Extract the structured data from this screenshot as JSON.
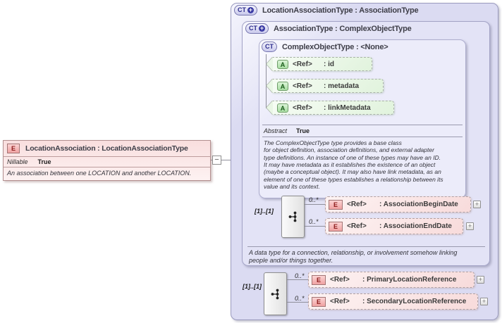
{
  "node": {
    "badge": "E",
    "title": "LocationAssociation : LocationAssociationType",
    "facet_label": "Nillable",
    "facet_value": "True",
    "description": "An association between one LOCATION and another LOCATION."
  },
  "connector": {
    "collapse_glyph": "−"
  },
  "outer": {
    "badge": "CT",
    "plus_glyph": "+",
    "title": "LocationAssociationType : AssociationType",
    "mid": {
      "badge": "CT",
      "plus_glyph": "+",
      "title": "AssociationType : ComplexObjectType",
      "inner": {
        "badge": "CT",
        "title": "ComplexObjectType : <None>",
        "attributes": [
          {
            "badge": "A",
            "ref": "<Ref>",
            "name": ": id"
          },
          {
            "badge": "A",
            "ref": "<Ref>",
            "name": ": metadata"
          },
          {
            "badge": "A",
            "ref": "<Ref>",
            "name": ": linkMetadata"
          }
        ],
        "facet_label": "Abstract",
        "facet_value": "True",
        "description": "The ComplexObjectType type provides a base class\nfor object definition, association definitions, and external adapter\ntype definitions. An instance of one of these types may have an ID.\nIt may have metadata as it establishes the existence of an object\n(maybe a conceptual object). It may also have link metadata, as an\nelement of one of these types establishes a relationship between its\nvalue and its context."
      },
      "group": {
        "cardinality": "[1]..[1]",
        "elements": [
          {
            "occurs": "0..*",
            "badge": "E",
            "ref": "<Ref>",
            "name": ": AssociationBeginDate",
            "expand": "+"
          },
          {
            "occurs": "0..*",
            "badge": "E",
            "ref": "<Ref>",
            "name": ": AssociationEndDate",
            "expand": "+"
          }
        ]
      },
      "description": "A data type for a connection, relationship, or involvement somehow linking\npeople and/or things together."
    },
    "group": {
      "cardinality": "[1]..[1]",
      "elements": [
        {
          "occurs": "0..*",
          "badge": "E",
          "ref": "<Ref>",
          "name": ": PrimaryLocationReference",
          "expand": "+"
        },
        {
          "occurs": "0..*",
          "badge": "E",
          "ref": "<Ref>",
          "name": ": SecondaryLocationReference",
          "expand": "+"
        }
      ]
    }
  },
  "colors": {
    "container_fill": "#dbdbf2",
    "element_fill": "#f8dbdb",
    "attribute_fill": "#e1f3dd",
    "badge_ct_text": "#2b2b8c",
    "badge_e_text": "#8b1a1a",
    "badge_a_text": "#1a5c1a"
  }
}
